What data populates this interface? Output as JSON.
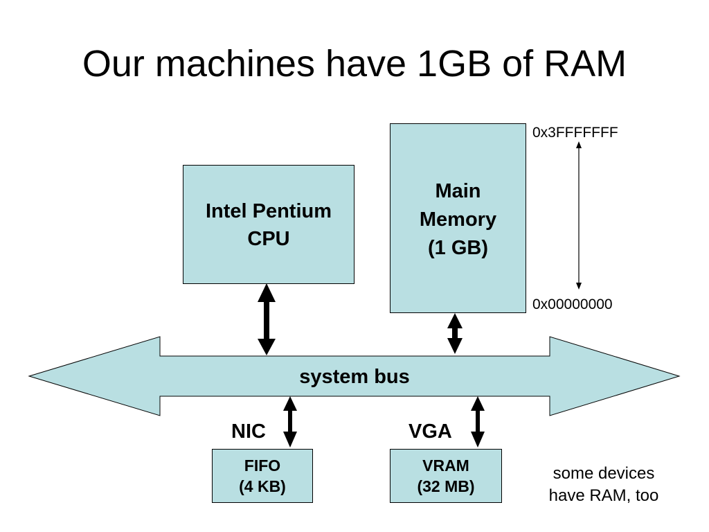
{
  "slide": {
    "title": "Our machines have 1GB of RAM"
  },
  "cpu": {
    "lines": [
      "Intel Pentium",
      "CPU"
    ]
  },
  "main_memory": {
    "lines": [
      "Main",
      "Memory",
      "(1 GB)"
    ]
  },
  "address_range": {
    "high": "0x3FFFFFFF",
    "low": "0x00000000"
  },
  "bus": {
    "label": "system bus"
  },
  "nic": {
    "label": "NIC",
    "buffer_lines": [
      "FIFO",
      "(4 KB)"
    ]
  },
  "vga": {
    "label": "VGA",
    "buffer_lines": [
      "VRAM",
      "(32 MB)"
    ]
  },
  "note": {
    "lines": [
      "some devices",
      "have RAM, too"
    ]
  },
  "colors": {
    "box_fill": "#b9dfe2",
    "stroke": "#000000",
    "background": "#ffffff"
  }
}
